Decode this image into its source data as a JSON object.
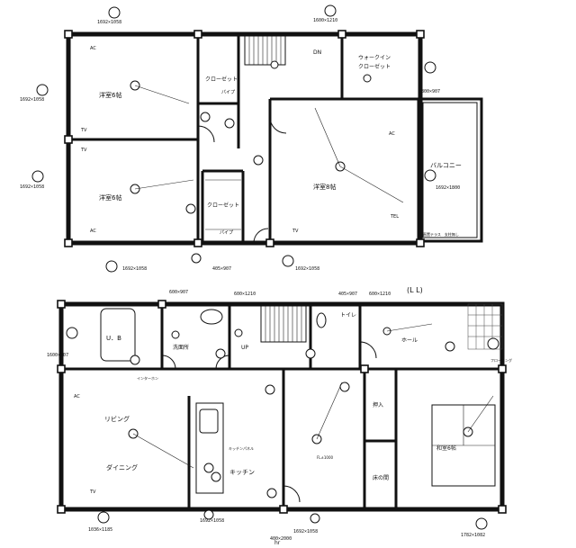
{
  "labels": {
    "upper": {
      "youshitsu6_a": "洋室6帖",
      "youshitsu6_b": "洋室6帖",
      "youshitsu8": "洋室8帖",
      "closet_1": "クローゼット",
      "closet_2": "クローゼット",
      "walkin": "ウォークイン",
      "walkin_2": "クローゼット",
      "balcony": "バルコニー",
      "dn": "DN",
      "pipe_1": "パイプ",
      "pipe_2": "パイプ",
      "terrace": "直置テラス　支柱無し"
    },
    "lower": {
      "living": "リビング",
      "dining": "ダイニング",
      "kitchen": "キッチン",
      "kitchen_panel": "キッチンパネル",
      "washroom": "洗面所",
      "ub": "U．B",
      "up": "UP",
      "toilet": "トイレ",
      "hall": "ホール",
      "oshiire": "押入",
      "tokonoma": "床の間",
      "washitsu": "和室6帖",
      "floor_label": "フローリング",
      "intercom": "インターホン",
      "hole": "FL±1000"
    },
    "handwritten": {
      "n_up": "(L L)",
      "mark": "hr"
    }
  },
  "dimensions": {
    "d1": "1692×1058",
    "d2": "1600×1210",
    "d3": "800×907",
    "d4": "1692×1058",
    "d5": "1692×1800",
    "d6": "1692×1058",
    "d7": "1692×1058",
    "d8": "405×907",
    "d9": "1692×1058",
    "d10": "600×907",
    "d11": "600×1210",
    "d12": "405×907",
    "d13": "600×1210",
    "d14": "1600×907",
    "d15": "1036×1185",
    "d16": "1692×1058",
    "d17": "1782×1082",
    "d18": "1692×1058",
    "d19": "400×2000"
  },
  "marks": {
    "ac": "AC",
    "tv": "TV",
    "tel": "TEL"
  }
}
